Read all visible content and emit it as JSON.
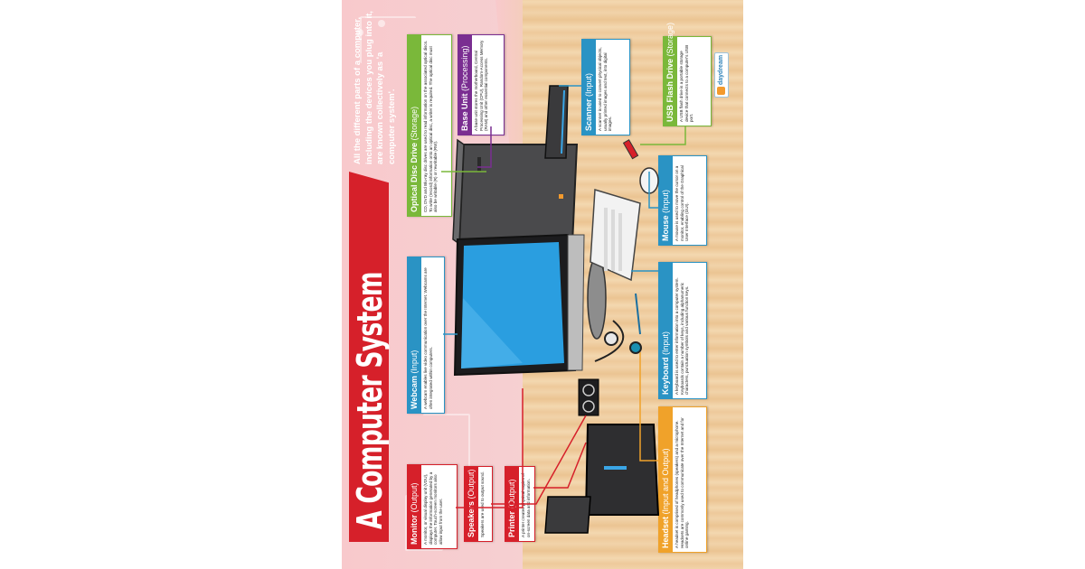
{
  "poster": {
    "title": "A Computer System",
    "subtitle": "All the different parts of a computer, including the devices you plug into it, are known collectively as 'a computer system'.",
    "brand": "daydream",
    "colors": {
      "output": "#d6202a",
      "input": "#2a93c4",
      "storage": "#7ab83a",
      "processing": "#7a2e91",
      "input_output": "#f0a22a"
    },
    "components": [
      {
        "name": "Optical Disc Drive",
        "category": "(Storage)",
        "color": "#7ab83a",
        "description": "CD, DVD and Blu-ray disc drives are used to read information on the associated optical discs. To write (record) information onto an optical disc, a writer is required. The optical disc must also be writable (R) or rewritable (RW)."
      },
      {
        "name": "Base Unit",
        "category": "(Processing)",
        "color": "#7a2e91",
        "description": "A base unit stores the motherboard, Central Processing Unit (CPU), Random-Access Memory (RAM) and other essential components."
      },
      {
        "name": "Scanner",
        "category": "(Input)",
        "color": "#2a93c4",
        "description": "A scanner is used to convert physical objects, usually printed images and text, into digital images."
      },
      {
        "name": "USB Flash Drive",
        "category": "(Storage)",
        "color": "#7ab83a",
        "description": "A USB flash drive is a portable storage device that connects to a computer's USB port."
      },
      {
        "name": "Mouse",
        "category": "(Input)",
        "color": "#2a93c4",
        "description": "A mouse is used to move the cursor on a monitor, enabling control of the Graphical User Interface (GUI)."
      },
      {
        "name": "Keyboard",
        "category": "(Input)",
        "color": "#2a93c4",
        "description": "A keyboard is used to enter information into a computer system. Keyboards contain a number of keys, including alphanumeric characters, punctuation symbols and various function keys."
      },
      {
        "name": "Headset",
        "category": "(Input and Output)",
        "color": "#f0a22a",
        "description": "A headset is comprised of headphones (speakers) and a microphone. Headsets are commonly used to communicate over the Internet and for online gaming."
      },
      {
        "name": "Webcam",
        "category": "(Input)",
        "color": "#2a93c4",
        "description": "A webcam enables live video communication over the Internet. Webcams are often integrated within computers."
      },
      {
        "name": "Monitor",
        "category": "(Output)",
        "color": "#d6202a",
        "description": "A monitor, or visual display unit (VDU), displays the information generated by a computer. Touch-screen monitors also allow input from the user."
      },
      {
        "name": "Speakers",
        "category": "(Output)",
        "color": "#d6202a",
        "description": "Speakers are used to output sound."
      },
      {
        "name": "Printer",
        "category": "(Output)",
        "color": "#d6202a",
        "description": "A printer creates physical copies of on-screen data and information."
      }
    ]
  }
}
